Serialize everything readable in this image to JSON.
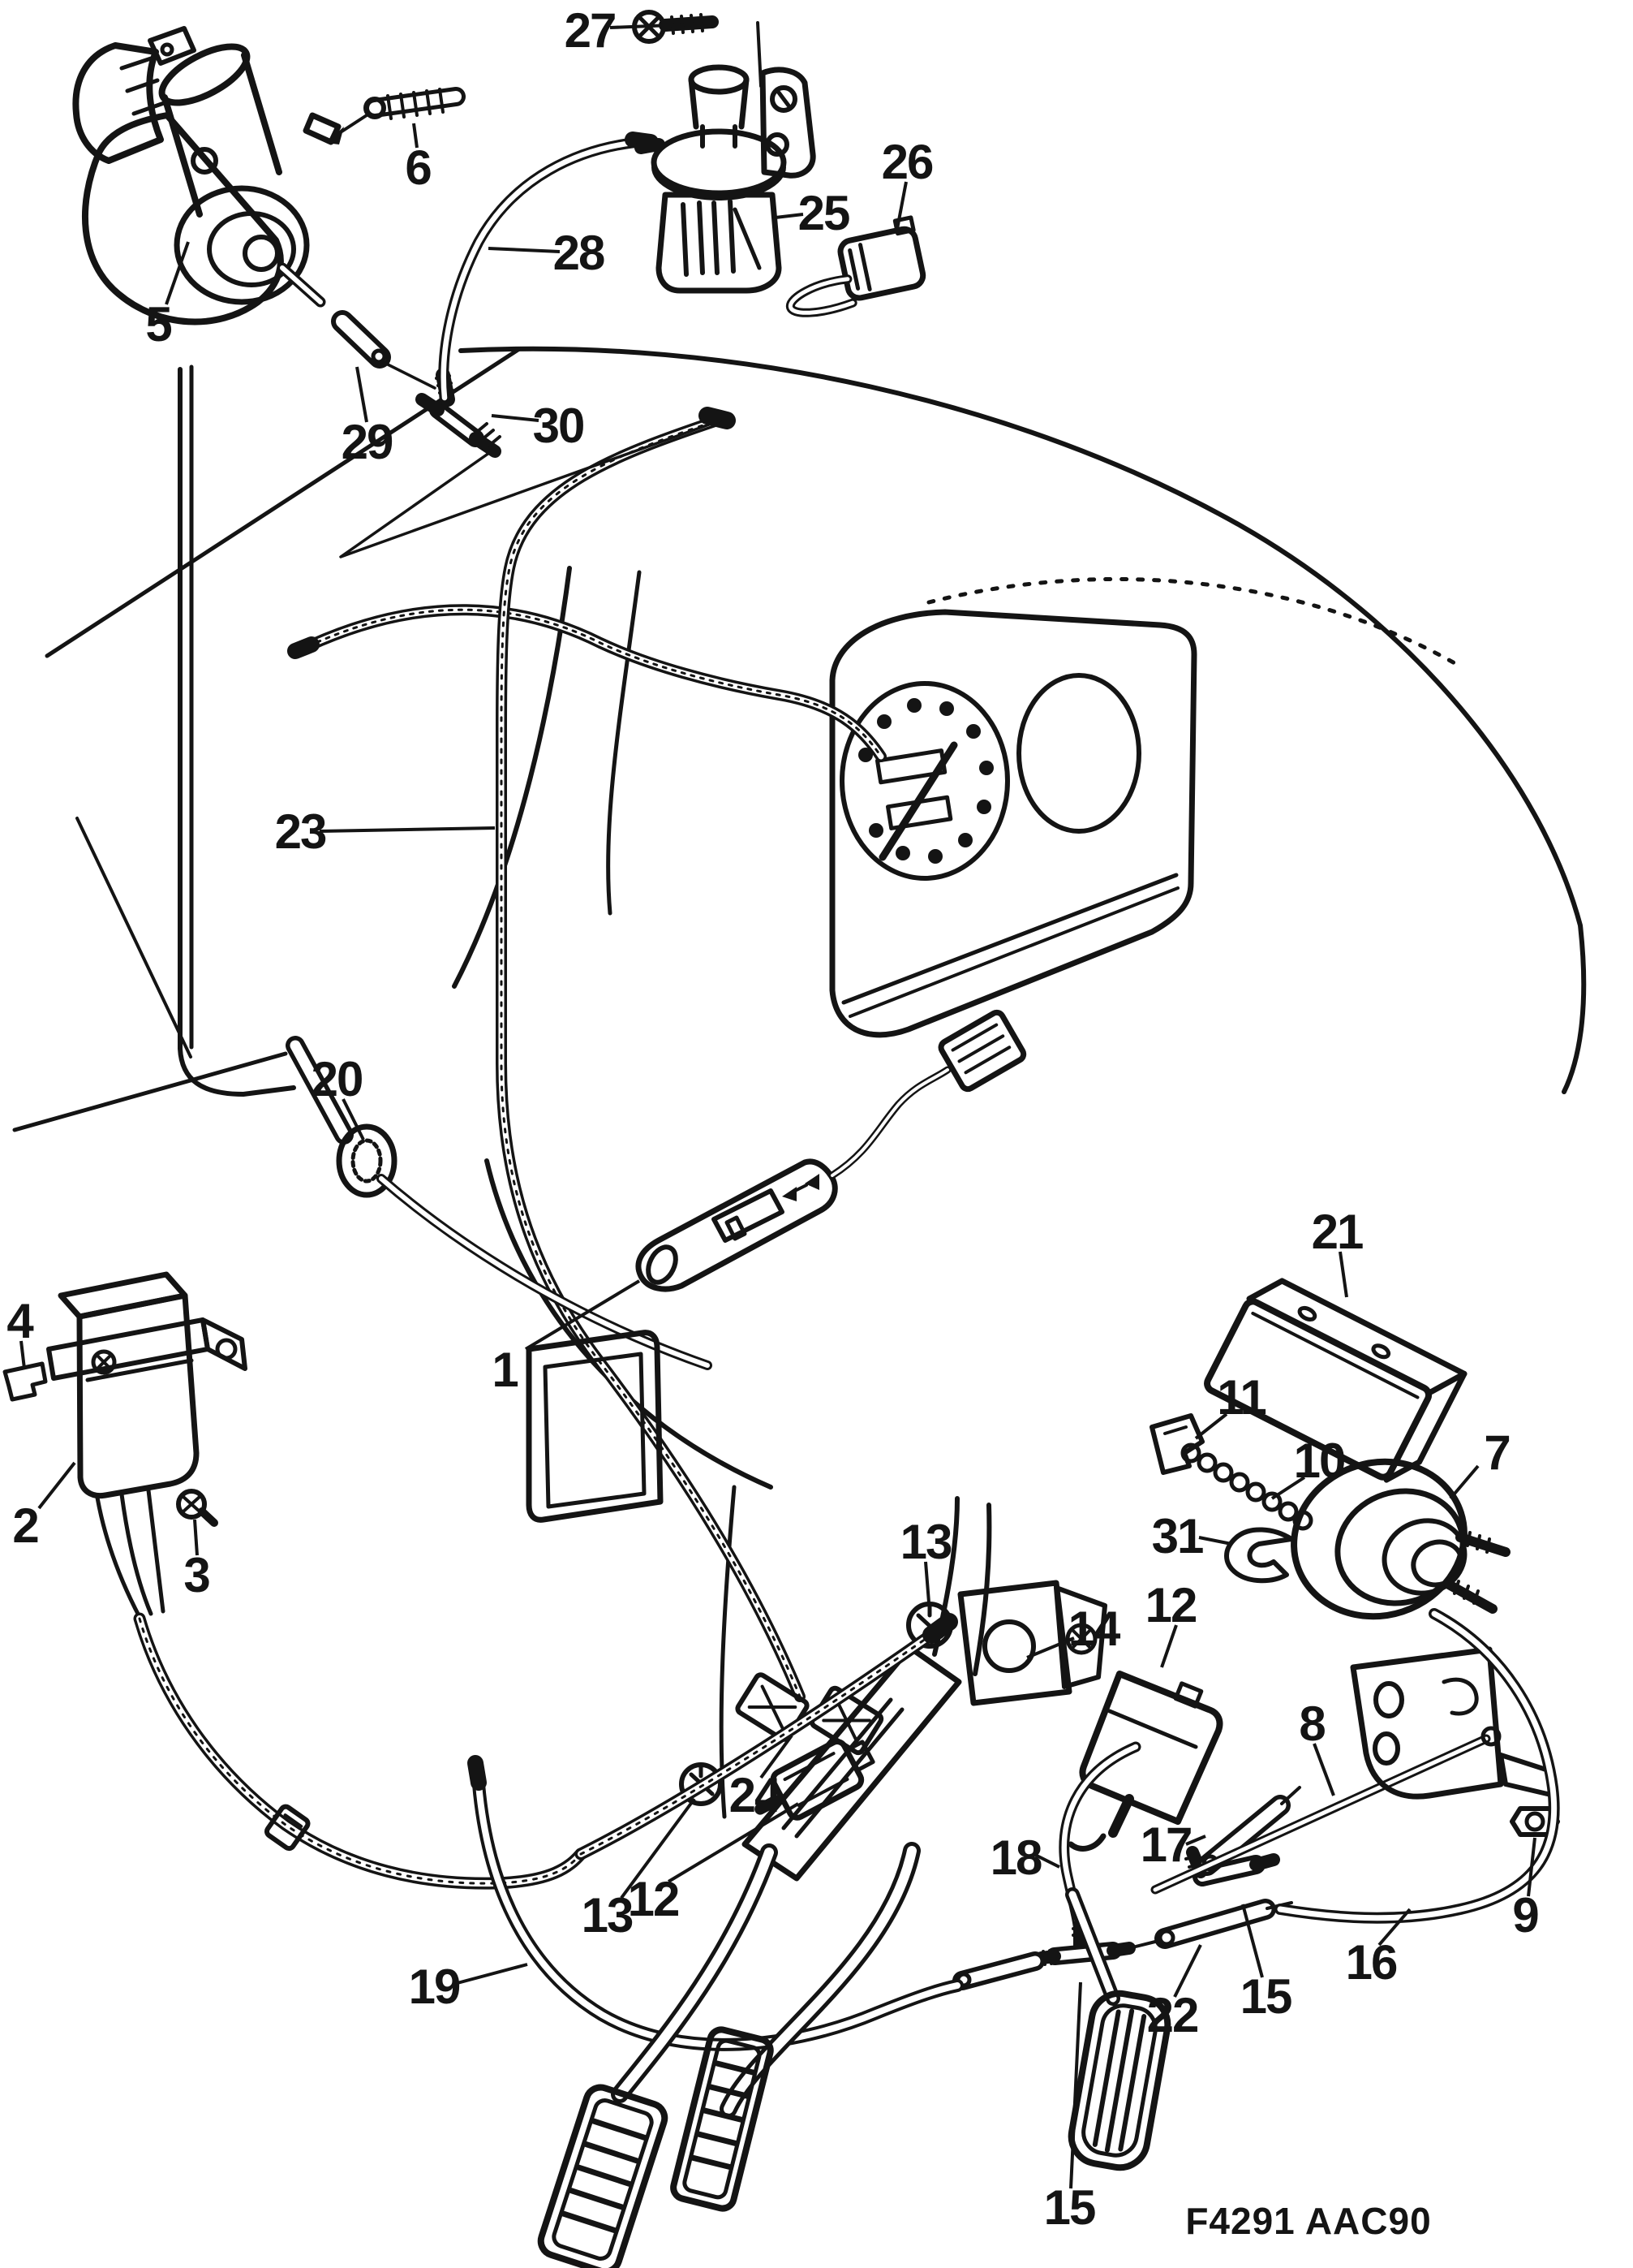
{
  "diagram": {
    "drawing_code": "F4291 AAC90",
    "ink_color": "#141414",
    "background_color": "#ffffff",
    "callouts": [
      {
        "id": "1",
        "label": "1"
      },
      {
        "id": "2",
        "label": "2"
      },
      {
        "id": "3",
        "label": "3"
      },
      {
        "id": "4",
        "label": "4"
      },
      {
        "id": "5",
        "label": "5"
      },
      {
        "id": "6",
        "label": "6"
      },
      {
        "id": "7",
        "label": "7"
      },
      {
        "id": "8",
        "label": "8"
      },
      {
        "id": "9",
        "label": "9"
      },
      {
        "id": "10",
        "label": "10"
      },
      {
        "id": "11",
        "label": "11"
      },
      {
        "id": "12-upper",
        "label": "12"
      },
      {
        "id": "12-lower",
        "label": "12"
      },
      {
        "id": "13-upper",
        "label": "13"
      },
      {
        "id": "13-lower",
        "label": "13"
      },
      {
        "id": "14",
        "label": "14"
      },
      {
        "id": "15-right",
        "label": "15"
      },
      {
        "id": "15-bottom",
        "label": "15"
      },
      {
        "id": "16",
        "label": "16"
      },
      {
        "id": "17",
        "label": "17"
      },
      {
        "id": "18",
        "label": "18"
      },
      {
        "id": "19",
        "label": "19"
      },
      {
        "id": "20",
        "label": "20"
      },
      {
        "id": "21",
        "label": "21"
      },
      {
        "id": "22",
        "label": "22"
      },
      {
        "id": "23",
        "label": "23"
      },
      {
        "id": "24",
        "label": "24"
      },
      {
        "id": "25",
        "label": "25"
      },
      {
        "id": "26",
        "label": "26"
      },
      {
        "id": "27",
        "label": "27"
      },
      {
        "id": "28",
        "label": "28"
      },
      {
        "id": "29",
        "label": "29"
      },
      {
        "id": "30",
        "label": "30"
      },
      {
        "id": "31",
        "label": "31"
      }
    ]
  }
}
